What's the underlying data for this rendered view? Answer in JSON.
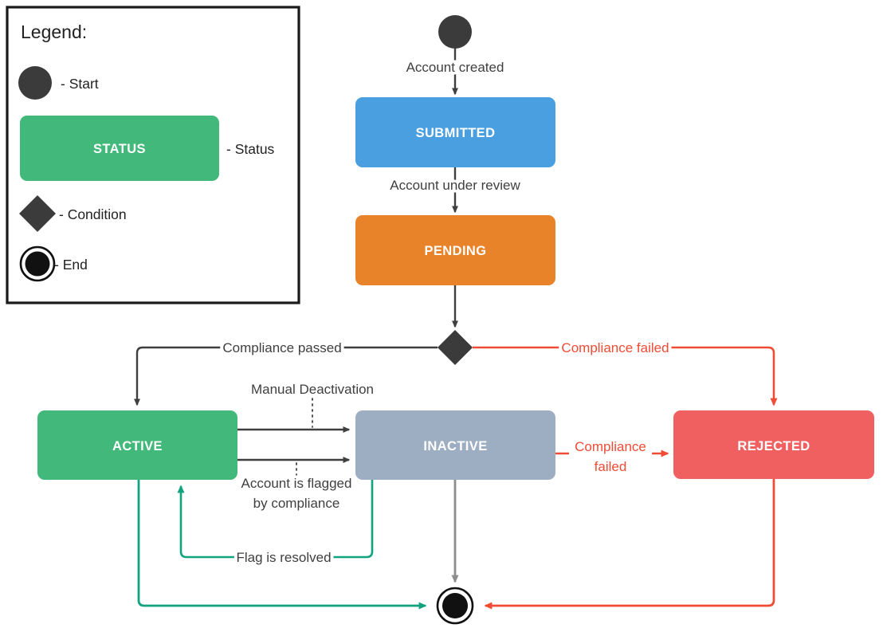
{
  "colors": {
    "start": "#3b3b3b",
    "condition": "#3b3b3b",
    "end_ring": "#111111",
    "end_fill": "#111111",
    "submitted": "#4a9fe0",
    "pending": "#e8832a",
    "active": "#42b97a",
    "inactive": "#9daec2",
    "rejected": "#f06060",
    "edge_dark": "#3f3f3f",
    "edge_red": "#ef4b35",
    "edge_green": "#11a37f",
    "edge_gray": "#8d8d8d",
    "legend_border": "#1a1a1a",
    "text_dark": "#222222"
  },
  "legend": {
    "title": "Legend:",
    "items": [
      {
        "icon": "start-circle-icon",
        "label": "- Start"
      },
      {
        "icon": "status-box-icon",
        "box_text": "STATUS",
        "label": "- Status"
      },
      {
        "icon": "condition-diamond-icon",
        "label": "- Condition"
      },
      {
        "icon": "end-circle-icon",
        "label": "- End"
      }
    ]
  },
  "diagram": {
    "type": "state-diagram",
    "nodes": [
      {
        "id": "start",
        "kind": "start",
        "label": ""
      },
      {
        "id": "submitted",
        "kind": "status",
        "label": "SUBMITTED",
        "color": "#4a9fe0"
      },
      {
        "id": "pending",
        "kind": "status",
        "label": "PENDING",
        "color": "#e8832a"
      },
      {
        "id": "condition",
        "kind": "condition",
        "label": ""
      },
      {
        "id": "active",
        "kind": "status",
        "label": "ACTIVE",
        "color": "#42b97a"
      },
      {
        "id": "inactive",
        "kind": "status",
        "label": "INACTIVE",
        "color": "#9daec2"
      },
      {
        "id": "rejected",
        "kind": "status",
        "label": "REJECTED",
        "color": "#f06060"
      },
      {
        "id": "end",
        "kind": "end",
        "label": ""
      }
    ],
    "edges": [
      {
        "from": "start",
        "to": "submitted",
        "label": "Account created",
        "color": "#3f3f3f",
        "style": "solid"
      },
      {
        "from": "submitted",
        "to": "pending",
        "label": "Account under review",
        "color": "#3f3f3f",
        "style": "solid"
      },
      {
        "from": "pending",
        "to": "condition",
        "label": "",
        "color": "#3f3f3f",
        "style": "solid"
      },
      {
        "from": "condition",
        "to": "active",
        "label": "Compliance passed",
        "color": "#3f3f3f",
        "style": "solid"
      },
      {
        "from": "condition",
        "to": "rejected",
        "label": "Compliance failed",
        "color": "#ef4b35",
        "style": "solid"
      },
      {
        "from": "active",
        "to": "inactive",
        "label": "Manual Deactivation",
        "color": "#3f3f3f",
        "style": "solid"
      },
      {
        "from": "active",
        "to": "inactive",
        "label": "Account is flagged by compliance",
        "color": "#3f3f3f",
        "style": "solid"
      },
      {
        "from": "inactive",
        "to": "active",
        "label": "Flag is resolved",
        "color": "#11a37f",
        "style": "solid"
      },
      {
        "from": "inactive",
        "to": "rejected",
        "label": "Compliance failed",
        "color": "#ef4b35",
        "style": "solid"
      },
      {
        "from": "active",
        "to": "end",
        "label": "",
        "color": "#11a37f",
        "style": "solid"
      },
      {
        "from": "inactive",
        "to": "end",
        "label": "",
        "color": "#8d8d8d",
        "style": "solid"
      },
      {
        "from": "rejected",
        "to": "end",
        "label": "",
        "color": "#ef4b35",
        "style": "solid"
      }
    ],
    "labels": {
      "account_created": "Account created",
      "account_under_review": "Account under review",
      "compliance_passed": "Compliance passed",
      "compliance_failed_top": "Compliance failed",
      "manual_deactivation": "Manual Deactivation",
      "flagged_line1": "Account is flagged",
      "flagged_line2": "by compliance",
      "flag_resolved": "Flag is resolved",
      "compliance_failed_mid_line1": "Compliance",
      "compliance_failed_mid_line2": "failed"
    },
    "node_labels": {
      "submitted": "SUBMITTED",
      "pending": "PENDING",
      "active": "ACTIVE",
      "inactive": "INACTIVE",
      "rejected": "REJECTED"
    }
  }
}
